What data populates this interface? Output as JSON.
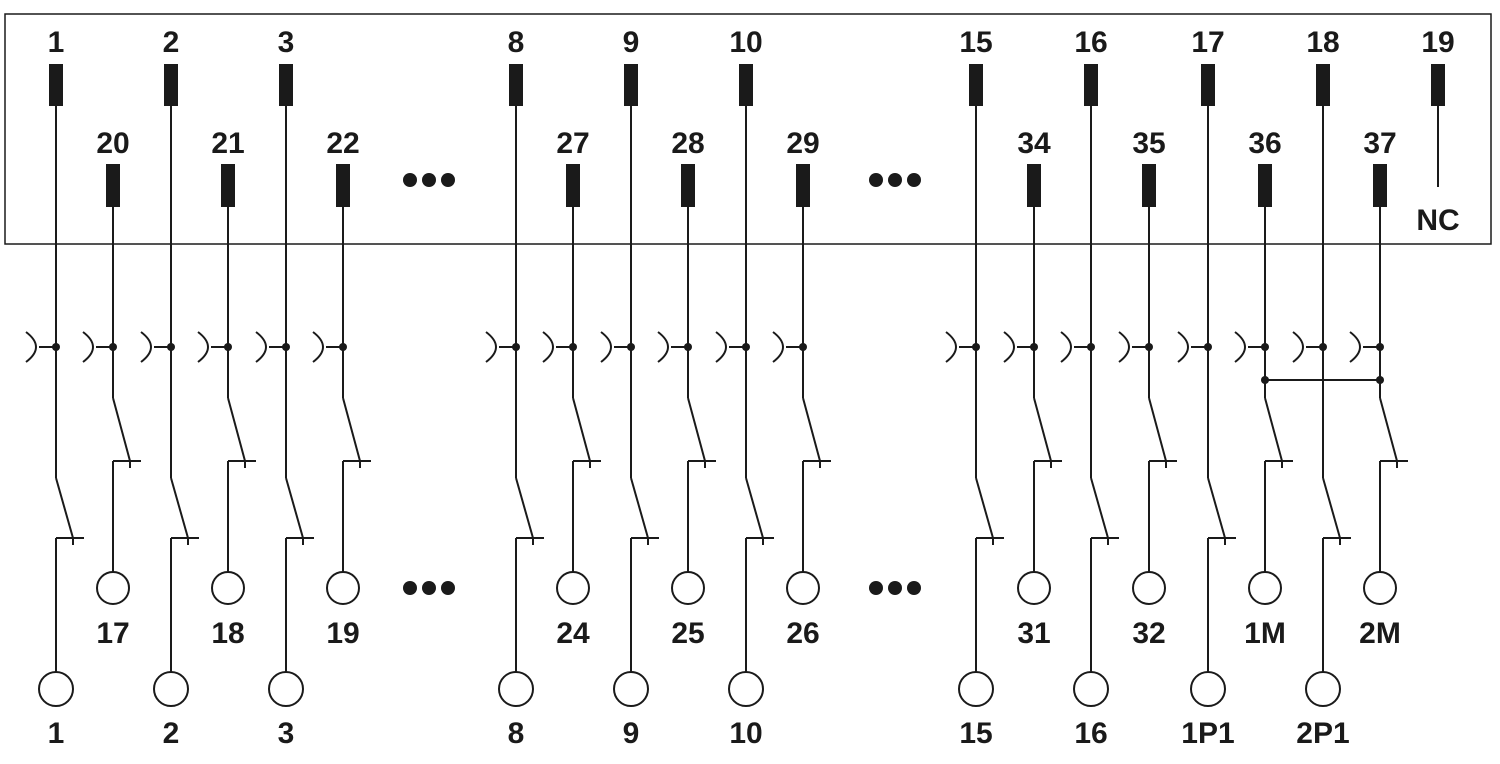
{
  "colors": {
    "ink": "#1a1a1a",
    "background": "#ffffff"
  },
  "connector": {
    "top_row_pins": [
      "1",
      "2",
      "3",
      "8",
      "9",
      "10",
      "15",
      "16",
      "17",
      "18",
      "19"
    ],
    "second_row_pins": [
      "20",
      "21",
      "22",
      "27",
      "28",
      "29",
      "34",
      "35",
      "36",
      "37"
    ],
    "nc_label": "NC",
    "ellipsis_icon": "ellipsis-icon"
  },
  "terminals": {
    "upper_row": [
      "17",
      "18",
      "19",
      "24",
      "25",
      "26",
      "31",
      "32",
      "1M",
      "2M"
    ],
    "lower_row": [
      "1",
      "2",
      "3",
      "8",
      "9",
      "10",
      "15",
      "16",
      "1P1",
      "2P1"
    ]
  }
}
